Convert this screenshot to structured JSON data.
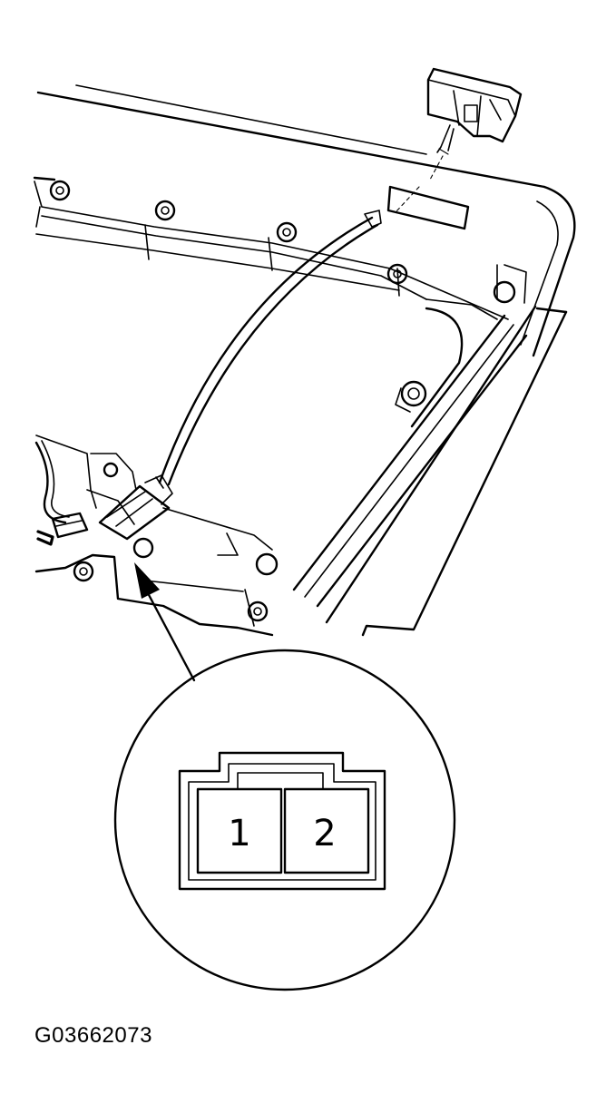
{
  "figure": {
    "code": "G03662073"
  },
  "connector_detail": {
    "pins": [
      {
        "label": "1"
      },
      {
        "label": "2"
      }
    ]
  },
  "colors": {
    "ink": "#000000",
    "paper": "#ffffff"
  }
}
